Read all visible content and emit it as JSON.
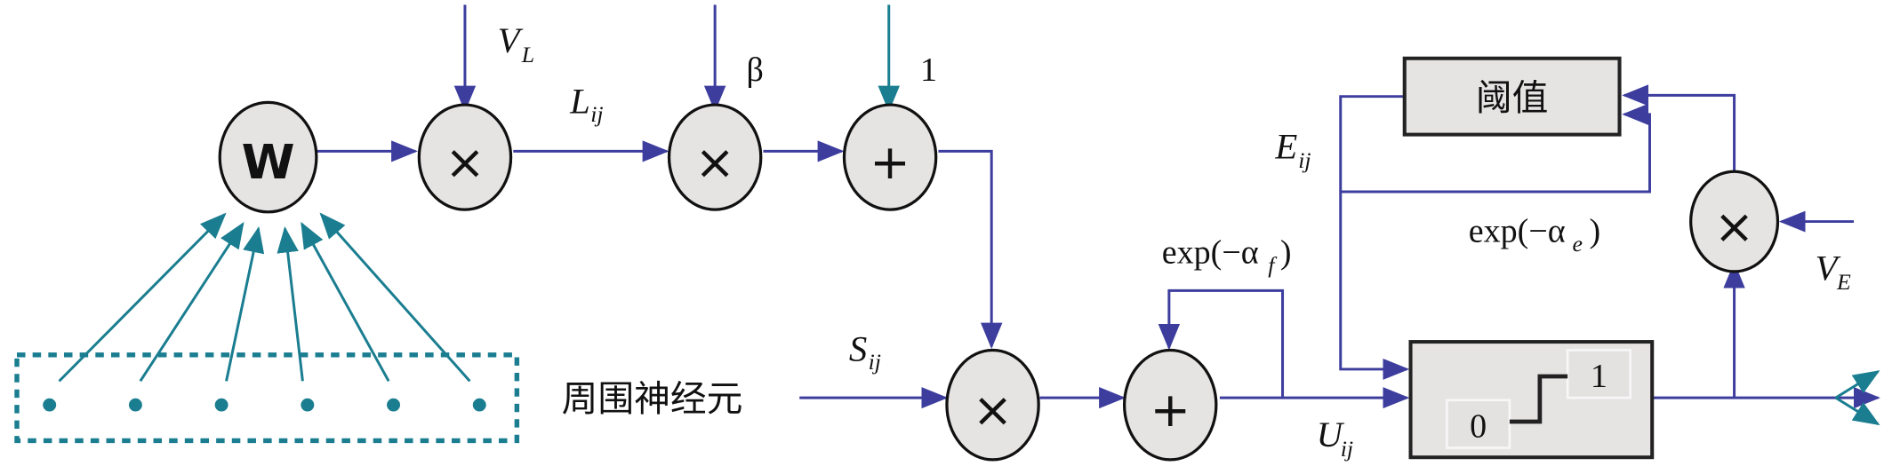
{
  "diagram": {
    "title": "PCNN neuron model",
    "colors": {
      "wire": "#3d3d9e",
      "teal": "#1a7d90",
      "node_fill": "#e6e3e3",
      "node_stroke": "#111111"
    },
    "nodes": {
      "weight": {
        "symbol": "W",
        "meaning": "weight"
      },
      "mult_link": {
        "symbol": "×",
        "meaning": "multiply"
      },
      "mult_beta": {
        "symbol": "×",
        "meaning": "multiply"
      },
      "add_one": {
        "symbol": "+",
        "meaning": "add"
      },
      "mult_feed": {
        "symbol": "×",
        "meaning": "multiply"
      },
      "add_feed": {
        "symbol": "+",
        "meaning": "add"
      },
      "mult_ve": {
        "symbol": "×",
        "meaning": "multiply"
      }
    },
    "labels": {
      "vl_main": "V",
      "vl_sub": "L",
      "lij_main": "L",
      "lij_sub": "ij",
      "beta": "β",
      "one": "1",
      "eij_main": "E",
      "eij_sub": "ij",
      "exp_af_pre": "exp(−α",
      "exp_af_sub": "f",
      "exp_af_post": ")",
      "exp_ae_pre": "exp(−α",
      "exp_ae_sub": "e",
      "exp_ae_post": ")",
      "ve_main": "V",
      "ve_sub": "E",
      "sij_main": "S",
      "sij_sub": "ij",
      "uij_main": "U",
      "uij_sub": "ij",
      "surrounding_neurons": "周围神经元"
    },
    "threshold_box": {
      "label": "阈值"
    },
    "step_box": {
      "low": "0",
      "high": "1"
    },
    "neighbor_count": 6
  }
}
